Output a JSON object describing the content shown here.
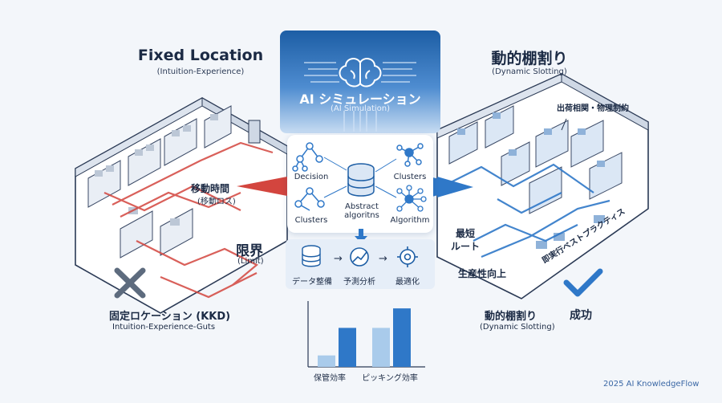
{
  "left": {
    "title": "Fixed Location",
    "subtitle": "(Intuition-Experience)",
    "movement_label": "移動時間",
    "movement_sub": "(移動ロス)",
    "limit_label": "限界",
    "limit_sub": "(Limit)",
    "method_label": "固定ロケーション (KKD)",
    "method_sub": "Intuition-Experience-Guts"
  },
  "center": {
    "title": "AI シミュレーション",
    "subtitle": "(AI Simulation)",
    "icons": {
      "decision": "Decision",
      "clusters_left": "Clusters",
      "abstract": "Abstract algoritns",
      "clusters_right": "Clusters",
      "algorithm": "Algorithm"
    },
    "steps": [
      "データ整備",
      "予測分析",
      "最適化"
    ]
  },
  "right": {
    "title": "動的棚割り",
    "subtitle": "(Dynamic Slotting)",
    "constraint_label": "出荷相関・物理制約",
    "route_label_1": "最短",
    "route_label_2": "ルート",
    "productivity_label": "生産性向上",
    "best_practice_label": "即実行ベストプラクティス",
    "result_title": "動的棚割り",
    "result_sub": "(Dynamic Slotting)",
    "success_label": "成功"
  },
  "chart_data": {
    "type": "bar",
    "categories": [
      "保管効率",
      "ピッキング効率"
    ],
    "series": [
      {
        "values": [
          1.0,
          3.4
        ]
      },
      {
        "values": [
          3.4,
          5.1
        ]
      }
    ],
    "ylim": [
      0,
      5.6
    ],
    "colors": [
      "#a9cbeb",
      "#2f78c8"
    ]
  },
  "footer": "2025 AI KnowledgeFlow",
  "colors": {
    "red": "#d3453e",
    "blue": "#2f78c8",
    "navy": "#1b2a44",
    "gray_x": "#5d6b7e"
  }
}
